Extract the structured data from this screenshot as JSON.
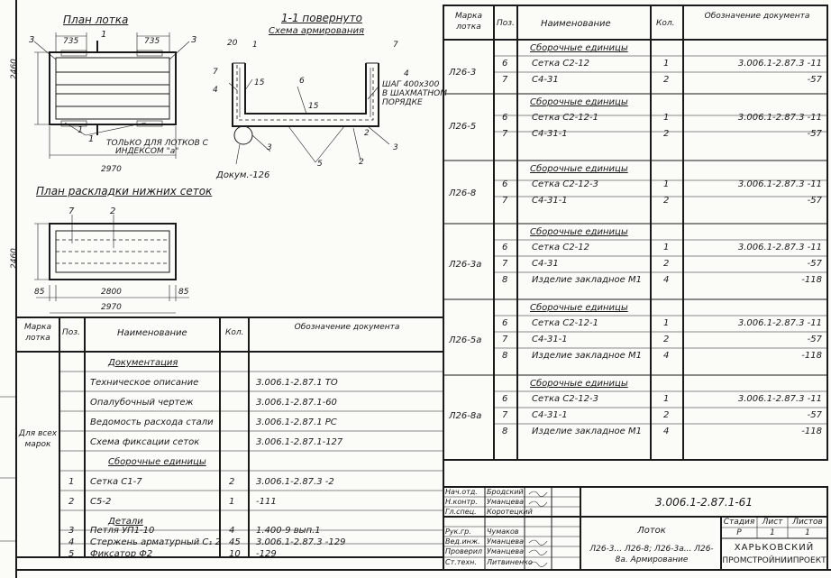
{
  "drawings": {
    "plan_title": "План лотка",
    "plan_dims": [
      "735",
      "735",
      "2460",
      "2970"
    ],
    "plan_marks": [
      "3",
      "1",
      "3",
      "1",
      "1"
    ],
    "plan_note": [
      "ТОЛЬКО ДЛЯ ЛОТКОВ С",
      "ИНДЕКСОМ \"а\""
    ],
    "section_title": "1-1 повернуто",
    "section_subtitle": "Схема армирования",
    "section_marks": [
      "20",
      "1",
      "7",
      "7",
      "4",
      "15",
      "6",
      "15",
      "2",
      "3",
      "5",
      "2",
      "3",
      "4"
    ],
    "section_note": [
      "ШАГ 400х300",
      "В ШАХМАТНОМ",
      "ПОРЯДКЕ"
    ],
    "section_ref": "Докум.-126",
    "layout_title": "План раскладки нижних сеток",
    "layout_marks": [
      "7",
      "2"
    ],
    "layout_dims": [
      "2460",
      "85",
      "2800",
      "85",
      "2970"
    ]
  },
  "left_table": {
    "headers": [
      "Марка лотка",
      "Поз.",
      "Наименование",
      "Кол.",
      "Обозначение документа"
    ],
    "group_label": "Для всех марок",
    "rows": [
      {
        "pos": "",
        "name": "Документация",
        "qty": "",
        "doc": "",
        "heading": true
      },
      {
        "pos": "",
        "name": "Техническое описание",
        "qty": "",
        "doc": "3.006.1-2.87.1 ТО"
      },
      {
        "pos": "",
        "name": "Опалубочный чертеж",
        "qty": "",
        "doc": "3.006.1-2.87.1-60"
      },
      {
        "pos": "",
        "name": "Ведомость расхода стали",
        "qty": "",
        "doc": "3.006.1-2.87.1 РС"
      },
      {
        "pos": "",
        "name": "Схема фиксации сеток",
        "qty": "",
        "doc": "3.006.1-2.87.1-127"
      },
      {
        "pos": "",
        "name": "Сборочные единицы",
        "qty": "",
        "doc": "",
        "heading": true
      },
      {
        "pos": "1",
        "name": "Сетка С1-7",
        "qty": "2",
        "doc": "3.006.1-2.87.3 -2"
      },
      {
        "pos": "2",
        "name": "С5-2",
        "qty": "1",
        "doc": "-111"
      },
      {
        "pos": "",
        "name": "Детали",
        "qty": "",
        "doc": "",
        "heading": true
      },
      {
        "pos": "3",
        "name": "Петля УП1-10",
        "qty": "4",
        "doc": "1.400-9 вып.1"
      },
      {
        "pos": "4",
        "name": "Стержень арматурный С₁ 2",
        "qty": "45",
        "doc": "3.006.1-2.87.3 -129"
      },
      {
        "pos": "5",
        "name": "Фиксатор Ф2",
        "qty": "10",
        "doc": "-129"
      }
    ]
  },
  "right_table": {
    "headers": [
      "Марка лотка",
      "Поз.",
      "Наименование",
      "Кол.",
      "Обозначение документа"
    ],
    "groups": [
      {
        "mark": "Л26-3",
        "heading": "Сборочные единицы",
        "rows": [
          {
            "pos": "6",
            "name": "Сетка С2-12",
            "qty": "1",
            "doc": "3.006.1-2.87.3 -11"
          },
          {
            "pos": "7",
            "name": "С4-31",
            "qty": "2",
            "doc": "-57"
          }
        ]
      },
      {
        "mark": "Л26-5",
        "heading": "Сборочные единицы",
        "rows": [
          {
            "pos": "6",
            "name": "Сетка С2-12-1",
            "qty": "1",
            "doc": "3.006.1-2.87.3 -11"
          },
          {
            "pos": "7",
            "name": "С4-31-1",
            "qty": "2",
            "doc": "-57"
          }
        ]
      },
      {
        "mark": "Л26-8",
        "heading": "Сборочные единицы",
        "rows": [
          {
            "pos": "6",
            "name": "Сетка С2-12-3",
            "qty": "1",
            "doc": "3.006.1-2.87.3 -11"
          },
          {
            "pos": "7",
            "name": "С4-31-1",
            "qty": "2",
            "doc": "-57"
          }
        ]
      },
      {
        "mark": "Л26-3а",
        "heading": "Сборочные единицы",
        "rows": [
          {
            "pos": "6",
            "name": "Сетка С2-12",
            "qty": "1",
            "doc": "3.006.1-2.87.3 -11"
          },
          {
            "pos": "7",
            "name": "С4-31",
            "qty": "2",
            "doc": "-57"
          },
          {
            "pos": "8",
            "name": "Изделие закладное М1",
            "qty": "4",
            "doc": "-118"
          }
        ]
      },
      {
        "mark": "Л26-5а",
        "heading": "Сборочные единицы",
        "rows": [
          {
            "pos": "6",
            "name": "Сетка С2-12-1",
            "qty": "1",
            "doc": "3.006.1-2.87.3 -11"
          },
          {
            "pos": "7",
            "name": "С4-31-1",
            "qty": "2",
            "doc": "-57"
          },
          {
            "pos": "8",
            "name": "Изделие закладное М1",
            "qty": "4",
            "doc": "-118"
          }
        ]
      },
      {
        "mark": "Л26-8а",
        "heading": "Сборочные единицы",
        "rows": [
          {
            "pos": "6",
            "name": "Сетка С2-12-3",
            "qty": "1",
            "doc": "3.006.1-2.87.3 -11"
          },
          {
            "pos": "7",
            "name": "С4-31-1",
            "qty": "2",
            "doc": "-57"
          },
          {
            "pos": "8",
            "name": "Изделие закладное М1",
            "qty": "4",
            "doc": "-118"
          }
        ]
      }
    ]
  },
  "title_block": {
    "roles": [
      "Нач.отд.",
      "Н.контр.",
      "Гл.спец.",
      "Рук.гр.",
      "Вед.инж.",
      "Проверил",
      "Ст.техн."
    ],
    "names": [
      "Бродский",
      "Уманцева",
      "Коротецкий",
      "Чумаков",
      "Уманцева",
      "Уманцева",
      "Литвиненко"
    ],
    "doc_number": "3.006.1-2.87.1-61",
    "item": "Лоток",
    "description": "Л26-3... Л26-8; Л26-3а... Л26-8а. Армирование",
    "stage_label": "Стадия",
    "sheet_label": "Лист",
    "sheets_label": "Листов",
    "stage": "Р",
    "sheet": "1",
    "sheets": "1",
    "org": [
      "Харьковский",
      "промстройниипроект"
    ]
  }
}
